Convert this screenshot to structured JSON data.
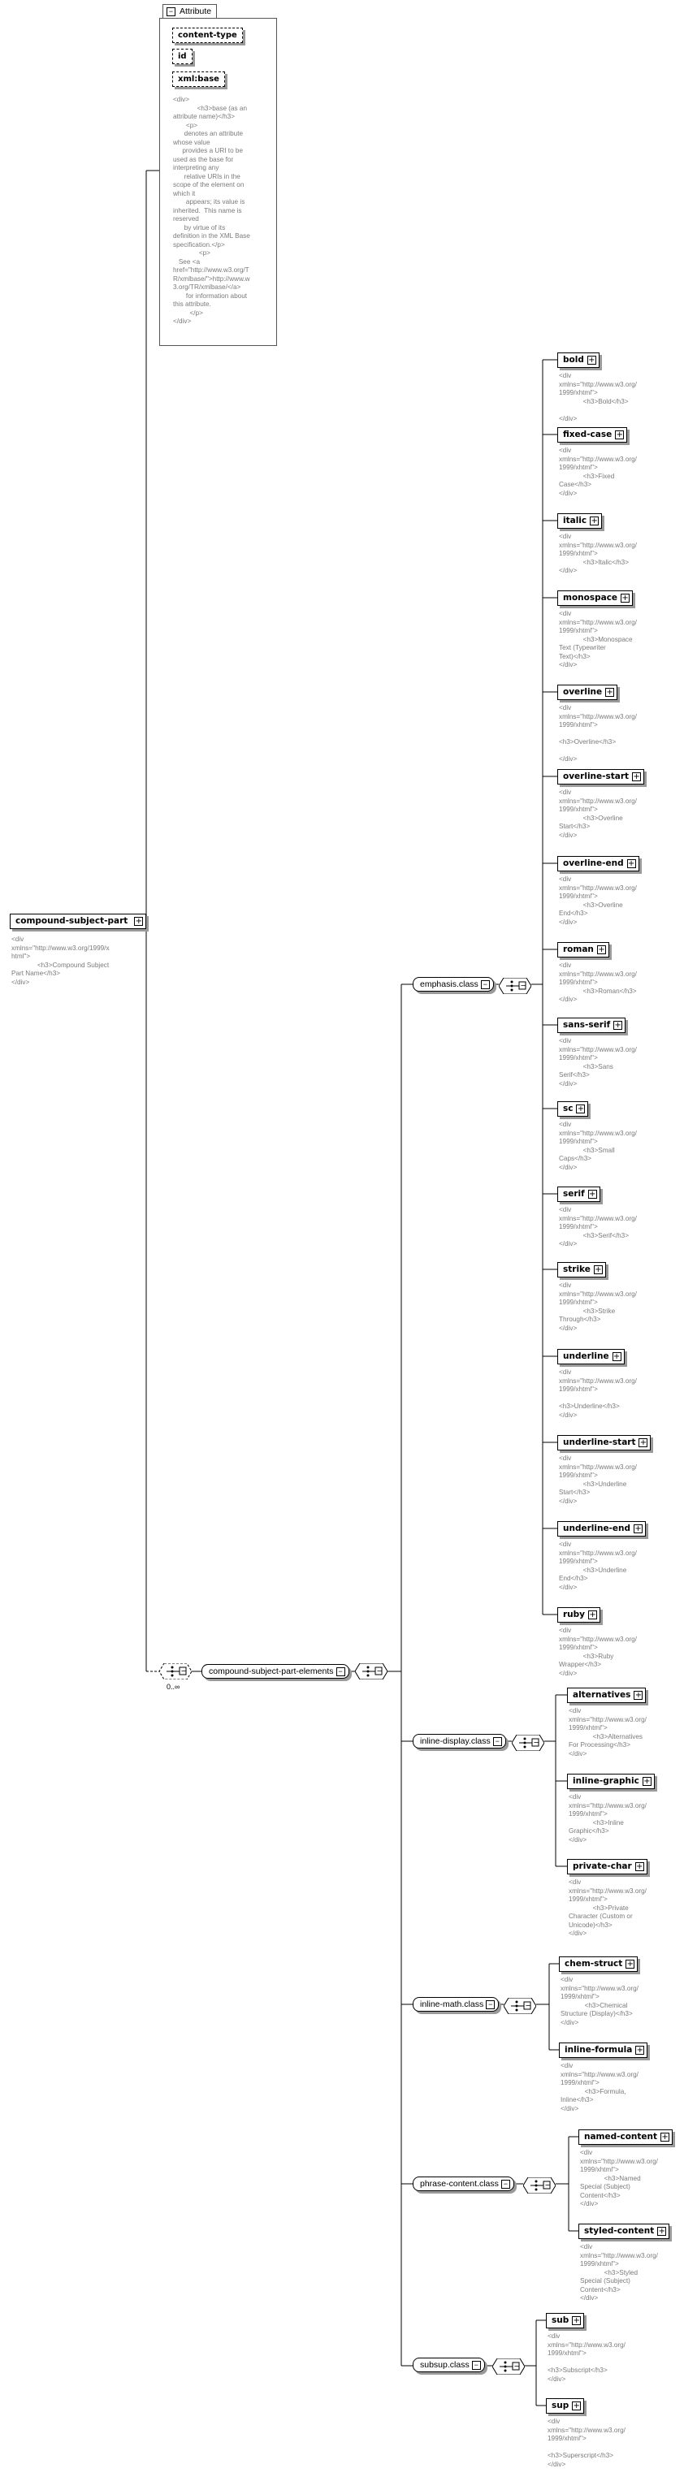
{
  "attribute_panel": {
    "title": "Attribute",
    "attributes": [
      "content-type",
      "id",
      "xml:base"
    ],
    "doc": "<div>\n             <h3>base (as an\nattribute name)</h3>\n       <p>\n      denotes an attribute\nwhose value\n     provides a URI to be\nused as the base for\ninterpreting any\n      relative URIs in the\nscope of the element on\nwhich it\n       appears; its value is\ninherited.  This name is\nreserved\n      by virtue of its\ndefinition in the XML Base\nspecification.</p>\n              <p>\n   See <a\nhref=\"http://www.w3.org/T\nR/xmlbase/\">http://www.w\n3.org/TR/xmlbase/</a>\n       for information about\nthis attribute.\n         </p>\n</div>"
  },
  "root": {
    "name": "compound-subject-part",
    "doc": "<div\nxmlns=\"http://www.w3.org/1999/x\nhtml\">\n              <h3>Compound Subject\nPart Name</h3>\n</div>"
  },
  "choice_occurrence": "0..∞",
  "group": {
    "name": "compound-subject-part-elements"
  },
  "classes": [
    {
      "name": "emphasis.class"
    },
    {
      "name": "inline-display.class"
    },
    {
      "name": "inline-math.class"
    },
    {
      "name": "phrase-content.class"
    },
    {
      "name": "subsup.class"
    }
  ],
  "elements": [
    {
      "name": "bold",
      "doc": "<div\nxmlns=\"http://www.w3.org/\n1999/xhtml\">\n             <h3>Bold</h3>\n\n</div>"
    },
    {
      "name": "fixed-case",
      "doc": "<div\nxmlns=\"http://www.w3.org/\n1999/xhtml\">\n             <h3>Fixed\nCase</h3>\n</div>"
    },
    {
      "name": "italic",
      "doc": "<div\nxmlns=\"http://www.w3.org/\n1999/xhtml\">\n             <h3>Italic</h3>\n</div>"
    },
    {
      "name": "monospace",
      "doc": "<div\nxmlns=\"http://www.w3.org/\n1999/xhtml\">\n             <h3>Monospace\nText (Typewriter\nText)</h3>\n</div>"
    },
    {
      "name": "overline",
      "doc": "<div\nxmlns=\"http://www.w3.org/\n1999/xhtml\">\n\n<h3>Overline</h3>\n\n</div>"
    },
    {
      "name": "overline-start",
      "doc": "<div\nxmlns=\"http://www.w3.org/\n1999/xhtml\">\n             <h3>Overline\nStart</h3>\n</div>"
    },
    {
      "name": "overline-end",
      "doc": "<div\nxmlns=\"http://www.w3.org/\n1999/xhtml\">\n             <h3>Overline\nEnd</h3>\n</div>"
    },
    {
      "name": "roman",
      "doc": "<div\nxmlns=\"http://www.w3.org/\n1999/xhtml\">\n             <h3>Roman</h3>\n</div>"
    },
    {
      "name": "sans-serif",
      "doc": "<div\nxmlns=\"http://www.w3.org/\n1999/xhtml\">\n             <h3>Sans\nSerif</h3>\n</div>"
    },
    {
      "name": "sc",
      "doc": "<div\nxmlns=\"http://www.w3.org/\n1999/xhtml\">\n             <h3>Small\nCaps</h3>\n</div>"
    },
    {
      "name": "serif",
      "doc": "<div\nxmlns=\"http://www.w3.org/\n1999/xhtml\">\n             <h3>Serif</h3>\n</div>"
    },
    {
      "name": "strike",
      "doc": "<div\nxmlns=\"http://www.w3.org/\n1999/xhtml\">\n             <h3>Strike\nThrough</h3>\n</div>"
    },
    {
      "name": "underline",
      "doc": "<div\nxmlns=\"http://www.w3.org/\n1999/xhtml\">\n\n<h3>Underline</h3>\n</div>"
    },
    {
      "name": "underline-start",
      "doc": "<div\nxmlns=\"http://www.w3.org/\n1999/xhtml\">\n             <h3>Underline\nStart</h3>\n</div>"
    },
    {
      "name": "underline-end",
      "doc": "<div\nxmlns=\"http://www.w3.org/\n1999/xhtml\">\n             <h3>Underline\nEnd</h3>\n</div>"
    },
    {
      "name": "ruby",
      "doc": "<div\nxmlns=\"http://www.w3.org/\n1999/xhtml\">\n             <h3>Ruby\nWrapper</h3>\n</div>"
    },
    {
      "name": "alternatives",
      "doc": "<div\nxmlns=\"http://www.w3.org/\n1999/xhtml\">\n             <h3>Alternatives\nFor Processing</h3>\n</div>"
    },
    {
      "name": "inline-graphic",
      "doc": "<div\nxmlns=\"http://www.w3.org/\n1999/xhtml\">\n             <h3>Inline\nGraphic</h3>\n</div>"
    },
    {
      "name": "private-char",
      "doc": "<div\nxmlns=\"http://www.w3.org/\n1999/xhtml\">\n             <h3>Private\nCharacter (Custom or\nUnicode)</h3>\n</div>"
    },
    {
      "name": "chem-struct",
      "doc": "<div\nxmlns=\"http://www.w3.org/\n1999/xhtml\">\n             <h3>Chemical\nStructure (Display)</h3>\n</div>"
    },
    {
      "name": "inline-formula",
      "doc": "<div\nxmlns=\"http://www.w3.org/\n1999/xhtml\">\n             <h3>Formula,\nInline</h3>\n</div>"
    },
    {
      "name": "named-content",
      "doc": "<div\nxmlns=\"http://www.w3.org/\n1999/xhtml\">\n             <h3>Named\nSpecial (Subject)\nContent</h3>\n</div>"
    },
    {
      "name": "styled-content",
      "doc": "<div\nxmlns=\"http://www.w3.org/\n1999/xhtml\">\n             <h3>Styled\nSpecial (Subject)\nContent</h3>\n</div>"
    },
    {
      "name": "sub",
      "doc": "<div\nxmlns=\"http://www.w3.org/\n1999/xhtml\">\n\n<h3>Subscript</h3>\n</div>"
    },
    {
      "name": "sup",
      "doc": "<div\nxmlns=\"http://www.w3.org/\n1999/xhtml\">\n\n<h3>Superscript</h3>\n</div>"
    }
  ]
}
